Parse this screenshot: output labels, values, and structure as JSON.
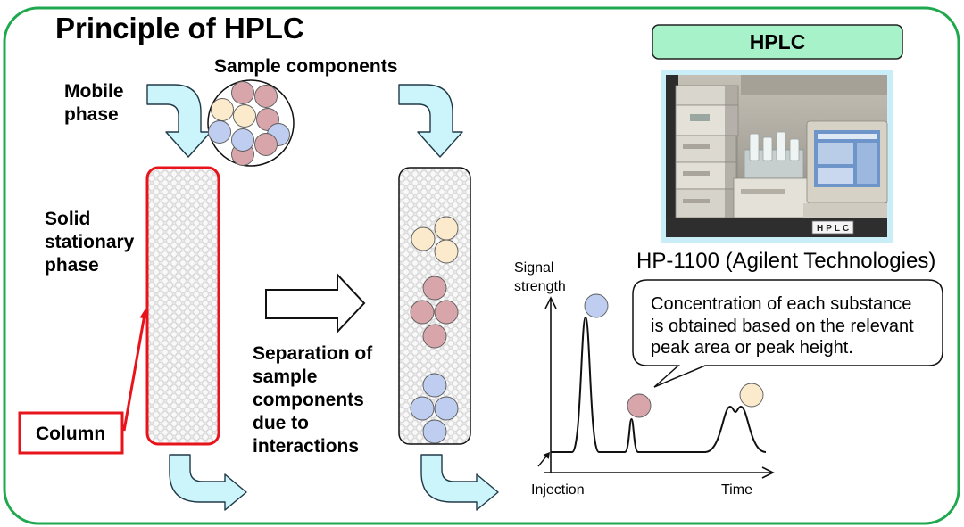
{
  "title": "Principle of HPLC",
  "labels": {
    "mobile_phase": [
      "Mobile",
      "phase"
    ],
    "sample_components": "Sample components",
    "stationary_phase": [
      "Solid",
      "stationary",
      "phase"
    ],
    "column": "Column",
    "separation": [
      "Separation of",
      "sample",
      "components",
      "due to",
      "interactions"
    ]
  },
  "chromatogram": {
    "y_axis_label": [
      "Signal",
      "strength"
    ],
    "x_axis_label": "Time",
    "injection_label": "Injection"
  },
  "callout": [
    "Concentration of each substance",
    "is obtained based on the relevant",
    "peak area or peak height."
  ],
  "instrument": {
    "header": "HPLC",
    "caption": "HP-1100 (Agilent Technologies)",
    "photo_label_plate": "HPLC"
  },
  "colors": {
    "slide_border": "#1fa84e",
    "flow_arrow": "#cbf5fb",
    "highlight_red": "#e8141c",
    "component_pink": "#d8a6aa",
    "component_cream": "#fbeacc",
    "component_blue": "#bfcdf1",
    "header_fill": "#a7f2c9",
    "photo_frame": "#c9eef7"
  }
}
